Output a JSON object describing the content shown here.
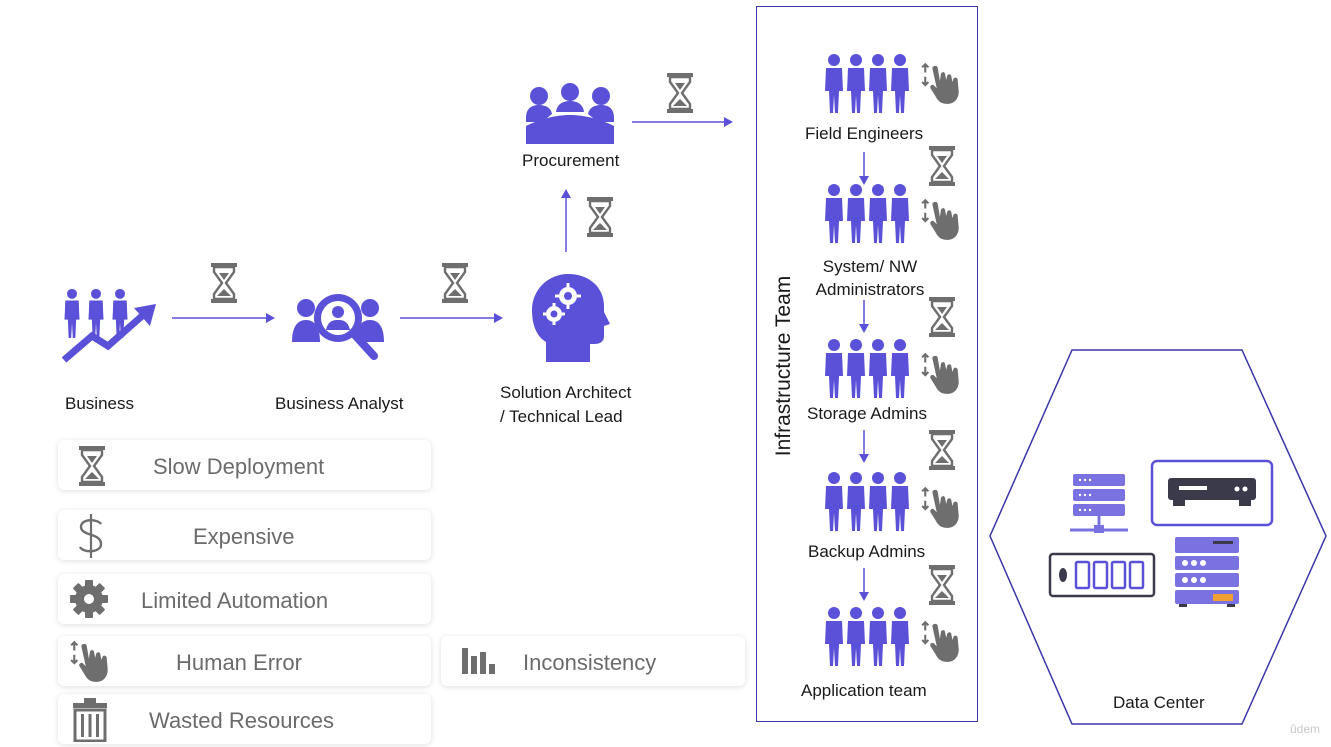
{
  "colors": {
    "accent": "#5b51d8",
    "icon_gray": "#6e6e6e",
    "line": "#5b51d8"
  },
  "flow": {
    "business": "Business",
    "business_analyst": "Business Analyst",
    "solution_architect_line1": "Solution Architect",
    "solution_architect_line2": "/ Technical Lead",
    "procurement": "Procurement"
  },
  "infrastructure": {
    "title": "Infrastructure Team",
    "teams": [
      {
        "label_line1": "Field Engineers",
        "label_line2": ""
      },
      {
        "label_line1": "System/ NW",
        "label_line2": "Administrators"
      },
      {
        "label_line1": "Storage Admins",
        "label_line2": ""
      },
      {
        "label_line1": "Backup Admins",
        "label_line2": ""
      },
      {
        "label_line1": "Application team",
        "label_line2": ""
      }
    ]
  },
  "data_center": {
    "label": "Data Center"
  },
  "problems": [
    {
      "label": "Slow Deployment",
      "icon": "hourglass-icon"
    },
    {
      "label": "Expensive",
      "icon": "dollar-icon"
    },
    {
      "label": "Limited Automation",
      "icon": "gear-icon"
    },
    {
      "label": "Human Error",
      "icon": "hand-pointer-icon"
    },
    {
      "label": "Wasted Resources",
      "icon": "trash-icon"
    },
    {
      "label": "Inconsistency",
      "icon": "bar-chart-icon"
    }
  ],
  "watermark": "ûdem"
}
